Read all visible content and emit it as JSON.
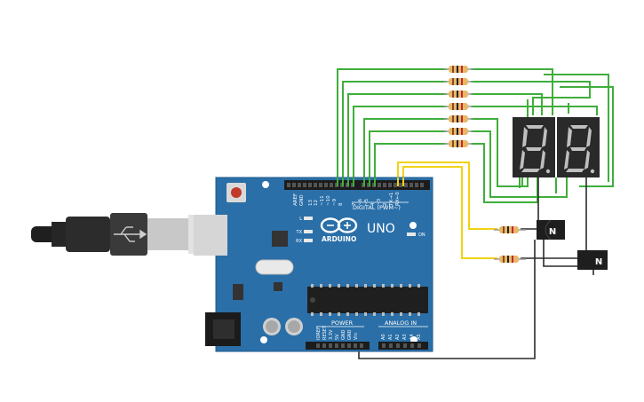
{
  "board": {
    "pin_aref": "AREF",
    "pin_gnd": "GND",
    "pin_13": "13",
    "pin_12": "12",
    "pin_11": "~11",
    "pin_10": "~10",
    "pin_9": "~9",
    "pin_8": "8",
    "pin_7": "7",
    "pin_6": "~6",
    "pin_5": "~5",
    "pin_4": "4",
    "pin_3": "~3",
    "pin_2": "2",
    "pin_tx": "TX→1",
    "pin_rx": "RX←0",
    "digital_label": "DIGITAL (PWM~)",
    "brand": "ARDUINO",
    "model": "UNO",
    "led_l": "L",
    "led_tx": "TX",
    "led_rx": "RX",
    "led_on": "ON",
    "power_label": "POWER",
    "analog_label": "ANALOG IN",
    "pin_ioref": "IOREF",
    "pin_reset": "RESET",
    "pin_3v3": "3.3V",
    "pin_5v": "5V",
    "pin_gnd2": "GND",
    "pin_gnd3": "GND",
    "pin_vin": "Vin",
    "pin_a0": "A0",
    "pin_a1": "A1",
    "pin_a2": "A2",
    "pin_a3": "A3",
    "pin_a4": "A4",
    "pin_a5": "A5"
  },
  "transistor_1": {
    "label": "N"
  },
  "transistor_2": {
    "label": "N"
  },
  "colors": {
    "board": "#2a6fa8",
    "wire_green": "#3fae3b",
    "wire_yellow": "#f2d214",
    "wire_black": "#2b2b2b",
    "display": "#2a2a2a",
    "segment": "#bfbfbf"
  }
}
